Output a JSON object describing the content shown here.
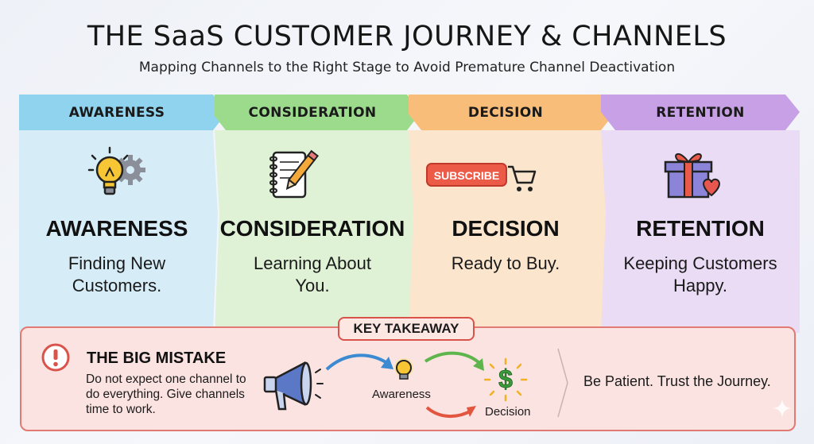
{
  "header": {
    "title": "THE SaaS CUSTOMER JOURNEY & CHANNELS",
    "subtitle": "Mapping Channels to the Right Stage to Avoid Premature Channel Deactivation"
  },
  "stages": [
    {
      "header": "AWARENESS",
      "name": "AWARENESS",
      "description": "Finding New Customers.",
      "icon": "lightbulb-gear-icon",
      "color": "#8fd3ee",
      "bg": "#d6edf8"
    },
    {
      "header": "CONSIDERATION",
      "name": "CONSIDERATION",
      "description": "Learning About You.",
      "icon": "notepad-pencil-icon",
      "color": "#9ddb8c",
      "bg": "#dff2d6"
    },
    {
      "header": "DECISION",
      "name": "DECISION",
      "description": "Ready to Buy.",
      "icon": "subscribe-cart-icon",
      "icon_label": "SUBSCRIBE",
      "color": "#f8bd78",
      "bg": "#fbe5cd"
    },
    {
      "header": "RETENTION",
      "name": "RETENTION",
      "description": "Keeping Customers Happy.",
      "icon": "gift-heart-icon",
      "color": "#c7a0e6",
      "bg": "#e9dcf4"
    }
  ],
  "takeaway": {
    "badge": "KEY TAKEAWAY",
    "mistake_title": "THE BIG MISTAKE",
    "mistake_text": "Do not expect one channel to do everything. Give channels time to work.",
    "flow": {
      "awareness_label": "Awareness",
      "decision_label": "Decision"
    },
    "patience": "Be Patient. Trust the Journey."
  }
}
